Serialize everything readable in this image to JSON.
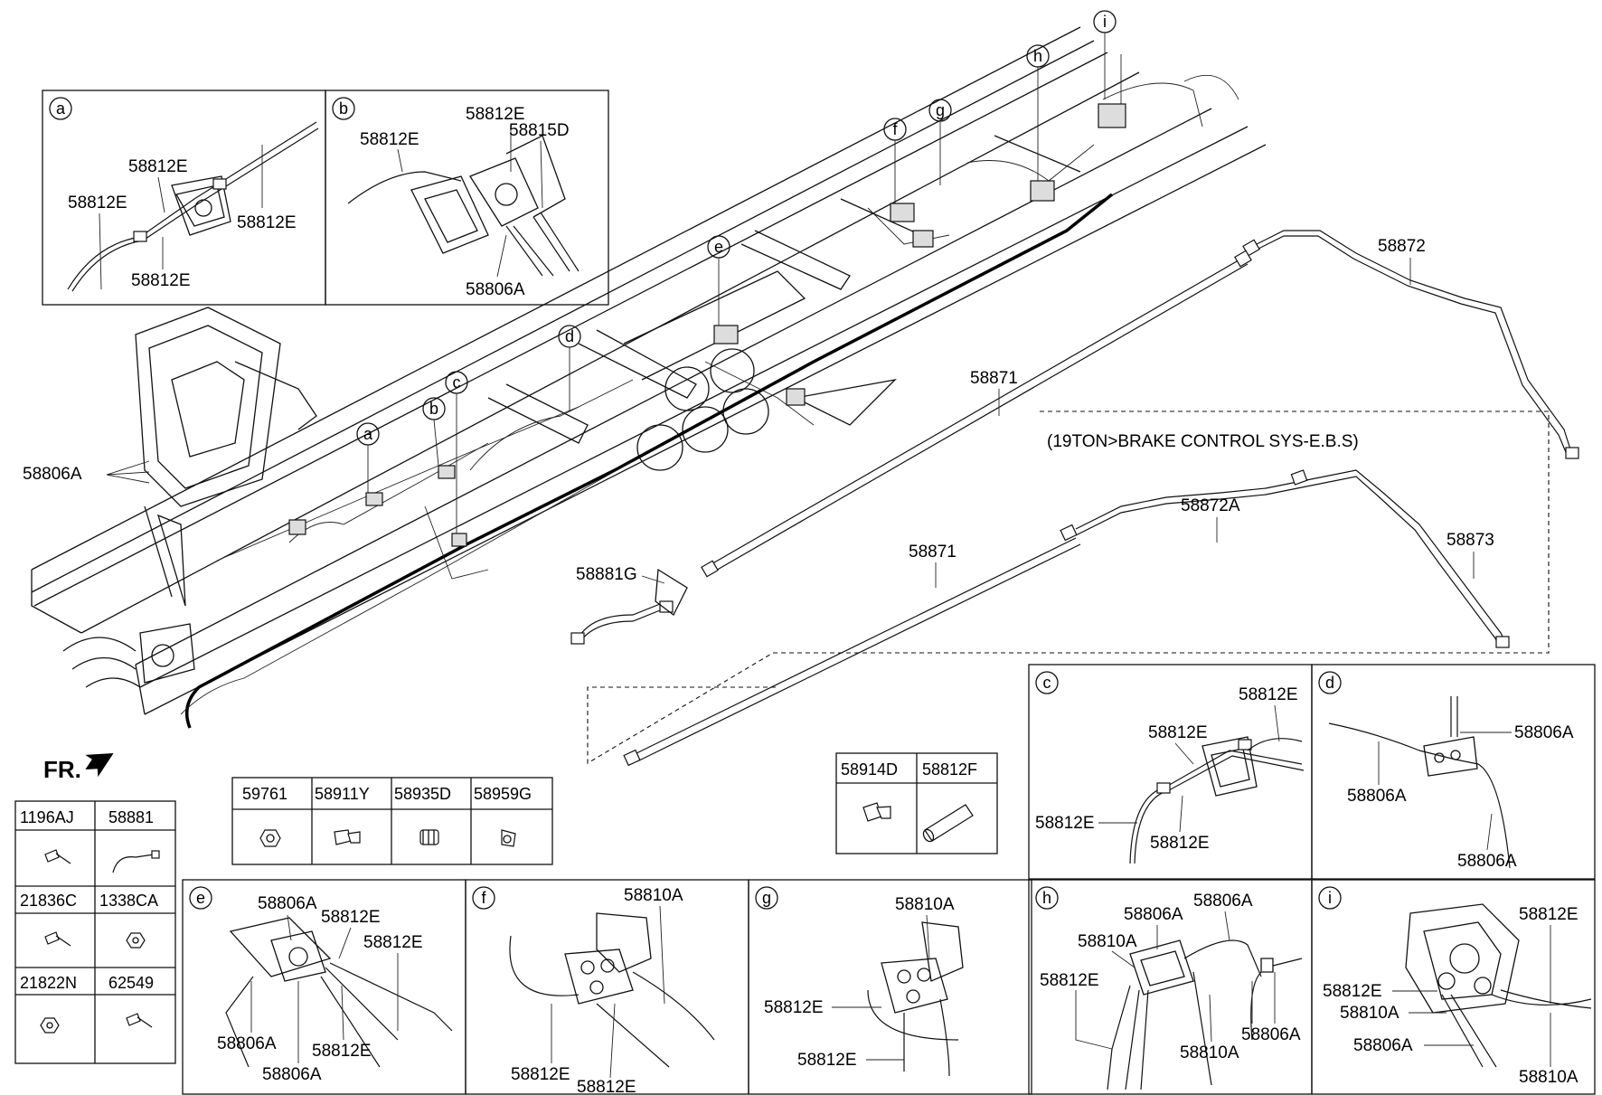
{
  "orientation_label": "FR.",
  "ebs_note": "(19TON>BRAKE CONTROL SYS-E.B.S)",
  "callouts": [
    "a",
    "b",
    "c",
    "d",
    "e",
    "f",
    "g",
    "h",
    "i"
  ],
  "main_labels": {
    "l58806A": "58806A",
    "l58872": "58872",
    "l58871_top": "58871",
    "l58872A": "58872A",
    "l58873": "58873",
    "l58871_mid": "58871",
    "l58881G": "58881G"
  },
  "inset_a": {
    "tag": "a",
    "labels": [
      "58812E",
      "58812E",
      "58812E",
      "58812E"
    ]
  },
  "inset_b": {
    "tag": "b",
    "labels": [
      "58812E",
      "58812E",
      "58815D",
      "58806A"
    ]
  },
  "inset_c": {
    "tag": "c",
    "labels": [
      "58812E",
      "58812E",
      "58812E",
      "58812E"
    ]
  },
  "inset_d": {
    "tag": "d",
    "labels": [
      "58806A",
      "58806A",
      "58806A"
    ]
  },
  "inset_e": {
    "tag": "e",
    "labels": [
      "58806A",
      "58812E",
      "58812E",
      "58806A",
      "58812E",
      "58806A"
    ]
  },
  "inset_f": {
    "tag": "f",
    "labels": [
      "58810A",
      "58812E",
      "58812E"
    ]
  },
  "inset_g": {
    "tag": "g",
    "labels": [
      "58810A",
      "58812E",
      "58812E"
    ]
  },
  "inset_h": {
    "tag": "h",
    "labels": [
      "58806A",
      "58806A",
      "58810A",
      "58812E",
      "58810A",
      "58806A"
    ]
  },
  "inset_i": {
    "tag": "i",
    "labels": [
      "58812E",
      "58812E",
      "58810A",
      "58806A",
      "58810A"
    ]
  },
  "parts_table_left": {
    "headers": [
      "1196AJ",
      "58881",
      "21836C",
      "1338CA",
      "21822N",
      "62549"
    ]
  },
  "parts_table_mid": {
    "headers": [
      "59761",
      "58911Y",
      "58935D",
      "58959G"
    ]
  },
  "parts_table_right": {
    "headers": [
      "58914D",
      "58812F"
    ]
  }
}
